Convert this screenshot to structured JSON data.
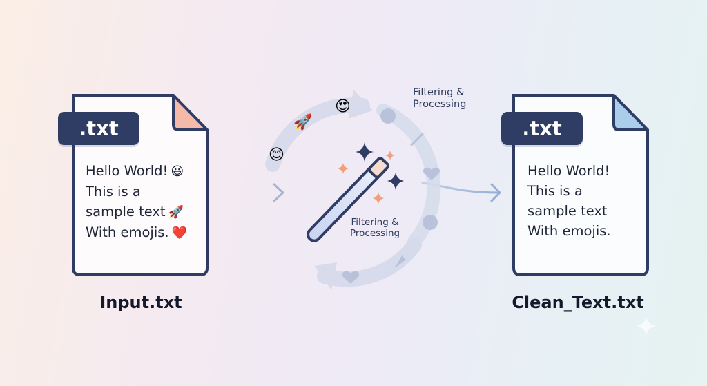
{
  "input_file": {
    "badge": ".txt",
    "lines": [
      "Hello World!",
      "This is a",
      "sample text",
      "With emojis."
    ],
    "line_emojis": [
      "😃",
      "",
      "🚀",
      "❤️"
    ],
    "caption": "Input.txt",
    "accent": "#f4b9a8"
  },
  "process": {
    "label_line1": "Filtering &",
    "label_line2": "Processing",
    "center_label_line1": "Filtering &",
    "center_label_line2": "Processing",
    "floating_emojis": [
      "😊",
      "🚀",
      "😍"
    ]
  },
  "output_file": {
    "badge": ".txt",
    "lines": [
      "Hello World!",
      "This is a",
      "sample text",
      "With emojis."
    ],
    "caption": "Clean_Text.txt",
    "accent": "#a9cdea"
  },
  "colors": {
    "outline": "#2f3c63",
    "arrow": "#9cabc9",
    "ring": "#cdd3e6",
    "sparkle_dark": "#2f3c63",
    "sparkle_orange": "#f3a07a"
  }
}
